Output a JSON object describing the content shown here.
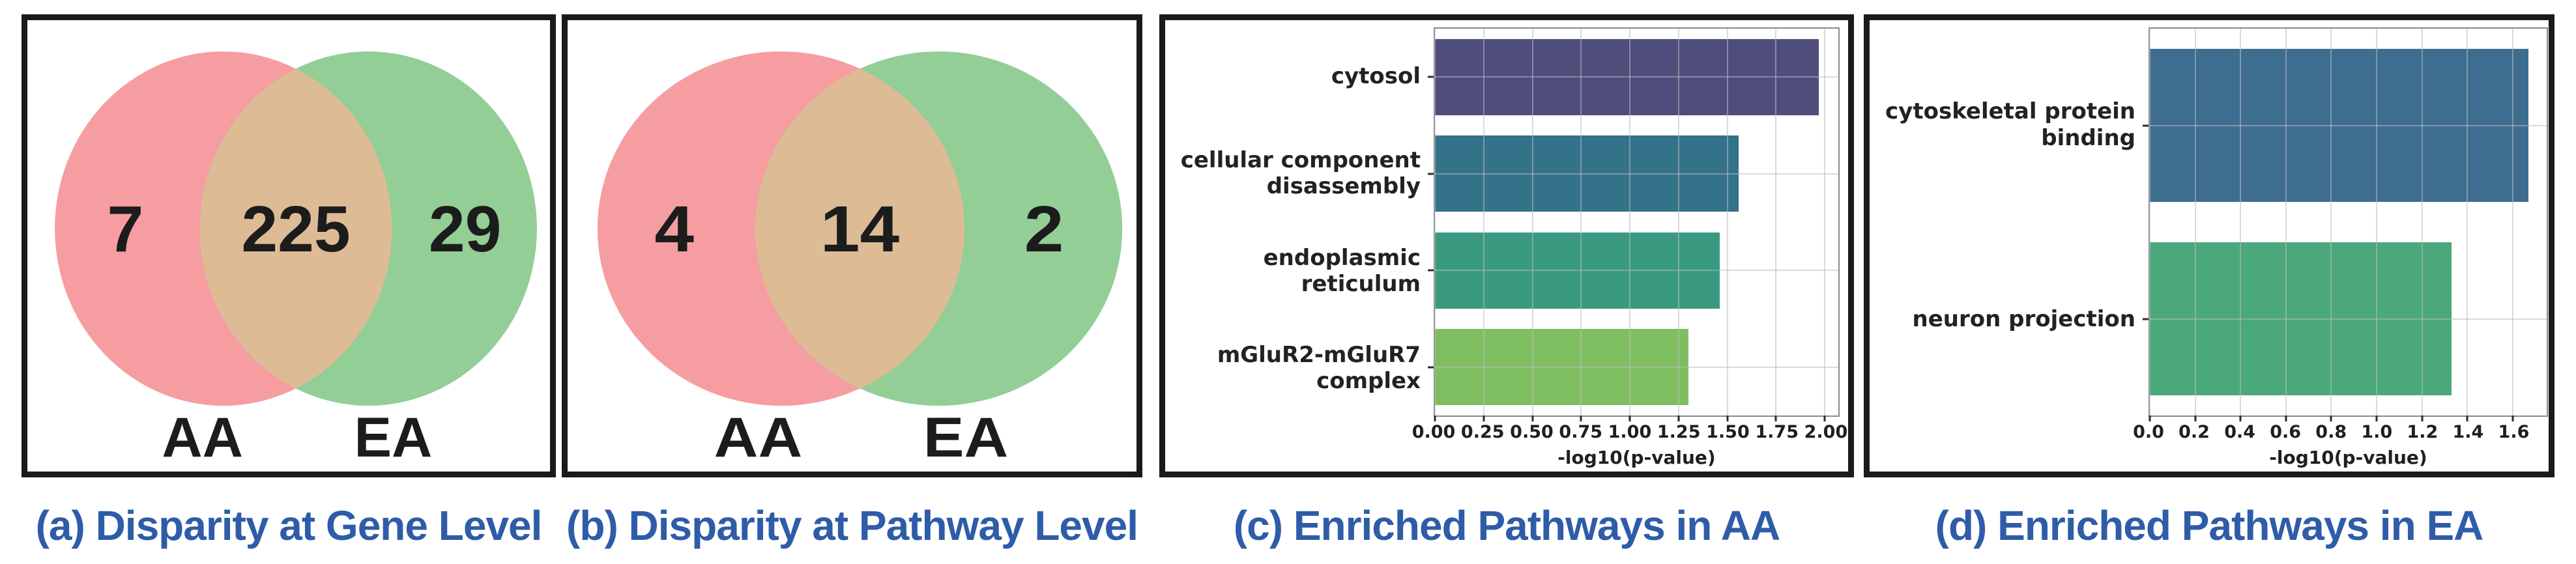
{
  "panels": [
    {
      "caption": "(a) Disparity at Gene Level",
      "venn": {
        "left_label": "AA",
        "right_label": "EA",
        "left_count": "7",
        "overlap_count": "225",
        "right_count": "29"
      }
    },
    {
      "caption": "(b) Disparity at Pathway Level",
      "venn": {
        "left_label": "AA",
        "right_label": "EA",
        "left_count": "4",
        "overlap_count": "14",
        "right_count": "2"
      }
    },
    {
      "caption": "(c) Enriched Pathways in AA"
    },
    {
      "caption": "(d) Enriched Pathways in EA"
    }
  ],
  "chart_data": [
    {
      "type": "bar",
      "orientation": "horizontal",
      "title": "(c) Enriched Pathways in AA",
      "categories": [
        "cytosol",
        "cellular component disassembly",
        "endoplasmic reticulum",
        "mGluR2-mGluR7 complex"
      ],
      "category_lines": [
        [
          "cytosol"
        ],
        [
          "cellular component",
          "disassembly"
        ],
        [
          "endoplasmic",
          "reticulum"
        ],
        [
          "mGluR2-mGluR7",
          "complex"
        ]
      ],
      "values": [
        1.97,
        1.56,
        1.46,
        1.3
      ],
      "bar_colors": [
        "#4f4d7c",
        "#337289",
        "#399a80",
        "#7fbe60"
      ],
      "xlabel": "-log10(p-value)",
      "xticks": [
        "0.00",
        "0.25",
        "0.50",
        "0.75",
        "1.00",
        "1.25",
        "1.50",
        "1.75",
        "2.00"
      ],
      "xtick_values": [
        0,
        0.25,
        0.5,
        0.75,
        1.0,
        1.25,
        1.5,
        1.75,
        2.0
      ],
      "xlim": [
        0,
        2.07
      ],
      "grid": true,
      "legend": false
    },
    {
      "type": "bar",
      "orientation": "horizontal",
      "title": "(d) Enriched Pathways in EA",
      "categories": [
        "cytoskeletal protein binding",
        "neuron projection"
      ],
      "category_lines": [
        [
          "cytoskeletal protein",
          "binding"
        ],
        [
          "neuron projection"
        ]
      ],
      "values": [
        1.67,
        1.33
      ],
      "bar_colors": [
        "#3d6e90",
        "#4aa87a"
      ],
      "xlabel": "-log10(p-value)",
      "xticks": [
        "0.0",
        "0.2",
        "0.4",
        "0.6",
        "0.8",
        "1.0",
        "1.2",
        "1.4",
        "1.6"
      ],
      "xtick_values": [
        0,
        0.2,
        0.4,
        0.6,
        0.8,
        1.0,
        1.2,
        1.4,
        1.6
      ],
      "xlim": [
        0,
        1.75
      ],
      "grid": true,
      "legend": false
    }
  ],
  "colors": {
    "caption_text": "#2e5ca8",
    "panel_border": "#1a1a1a",
    "venn_left_fill": "#f69da2",
    "venn_right_fill": "#93ce97",
    "venn_overlap_fill": "#ddbc95",
    "venn_text": "#1c1c1c",
    "axis_text": "#1f1f1f",
    "grid_line": "#bbbbbb",
    "plot_border": "#8a8a8a"
  }
}
